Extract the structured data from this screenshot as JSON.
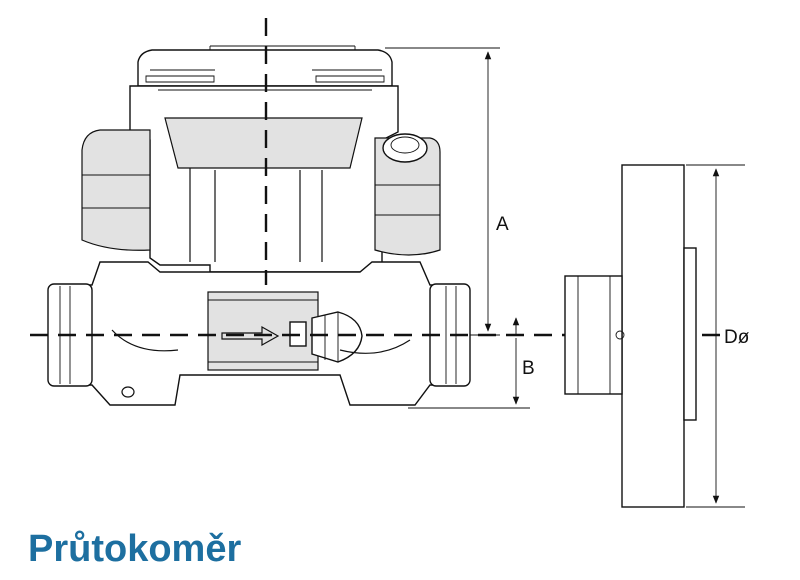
{
  "caption": "Průtokoměr",
  "dimensions": {
    "a": "A",
    "b": "B",
    "d": "Dø"
  },
  "colors": {
    "caption": "#1d6fa0",
    "outline": "#111111",
    "shade": "#e2e2e2"
  }
}
